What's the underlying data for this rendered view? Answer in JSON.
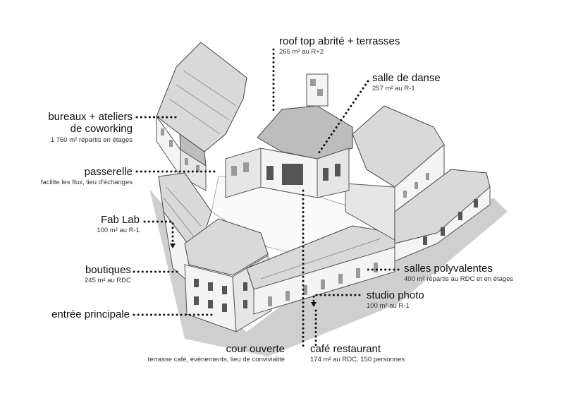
{
  "labels": {
    "roof_top": {
      "title": "roof top abrité + terrasses",
      "sub": "265 m²  au R+2"
    },
    "salle_danse": {
      "title": "salle de danse",
      "sub": "257 m² au R-1"
    },
    "bureaux": {
      "title": "bureaux + ateliers",
      "title2": "de coworking",
      "sub": "1 760 m² répartis en étages"
    },
    "passerelle": {
      "title": "passerelle",
      "sub": "facilite les flux, lieu d'échanges"
    },
    "fab_lab": {
      "title": "Fab Lab",
      "sub": "100 m² au R-1"
    },
    "boutiques": {
      "title": "boutiques",
      "sub": "245 m² au RDC"
    },
    "entree": {
      "title": "entrée principale"
    },
    "salles_polyvalentes": {
      "title": "salles polyvalentes",
      "sub": "400 m² répartis au RDC et en étages"
    },
    "studio_photo": {
      "title": "studio photo",
      "sub": "100 m² au R-1"
    },
    "cour_ouverte": {
      "title": "cour ouverte",
      "sub": "terrasse café, évènements, lieu de convivialité"
    },
    "cafe_restaurant": {
      "title": "café restaurant",
      "sub": "174 m² au RDC, 150 personnes"
    }
  },
  "icons": [
    "dotted-leader-line",
    "arrow-head-icon"
  ]
}
